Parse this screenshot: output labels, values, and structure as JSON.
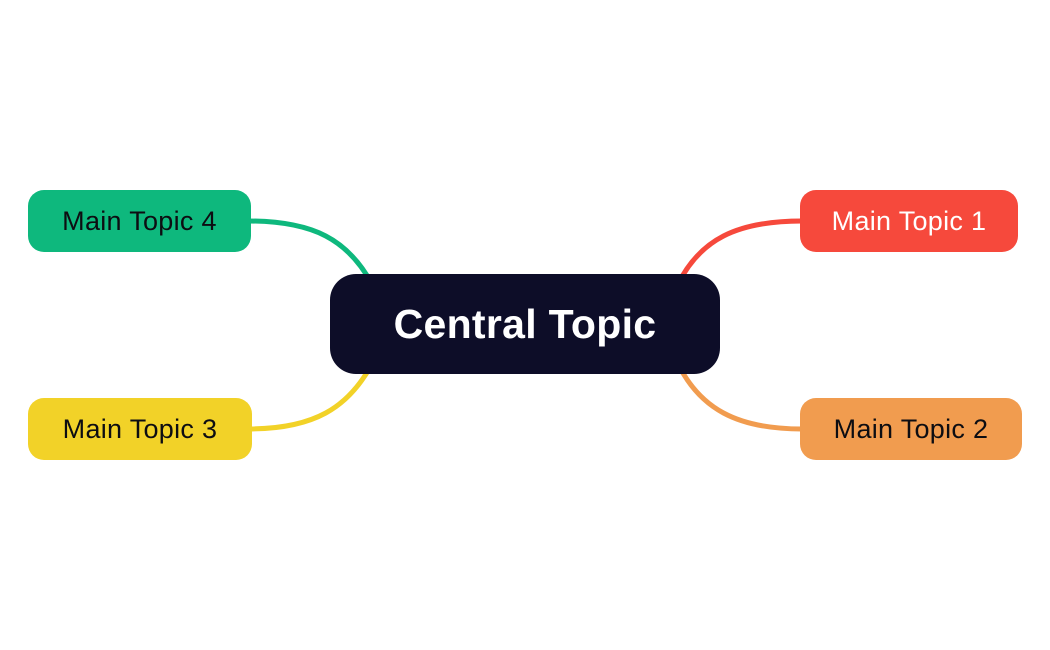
{
  "canvas": {
    "background_color": "#ffffff"
  },
  "diagram": {
    "type": "mindmap",
    "central": {
      "label": "Central Topic",
      "color": "#0d0d28",
      "text_color": "#ffffff"
    },
    "topics": [
      {
        "id": "main-topic-1",
        "label": "Main Topic 1",
        "color": "#f6493c",
        "text_color": "#ffffff",
        "position": "top-right"
      },
      {
        "id": "main-topic-2",
        "label": "Main Topic 2",
        "color": "#f19c4f",
        "text_color": "#0d0d12",
        "position": "bottom-right"
      },
      {
        "id": "main-topic-3",
        "label": "Main Topic 3",
        "color": "#f2d228",
        "text_color": "#0d0d12",
        "position": "bottom-left"
      },
      {
        "id": "main-topic-4",
        "label": "Main Topic 4",
        "color": "#0eb87d",
        "text_color": "#0d0d12",
        "position": "top-left"
      }
    ],
    "connectors": [
      {
        "from": "central",
        "to": "main-topic-1",
        "color": "#f6493c"
      },
      {
        "from": "central",
        "to": "main-topic-2",
        "color": "#f19c4f"
      },
      {
        "from": "central",
        "to": "main-topic-3",
        "color": "#f2d228"
      },
      {
        "from": "central",
        "to": "main-topic-4",
        "color": "#0eb87d"
      }
    ]
  }
}
